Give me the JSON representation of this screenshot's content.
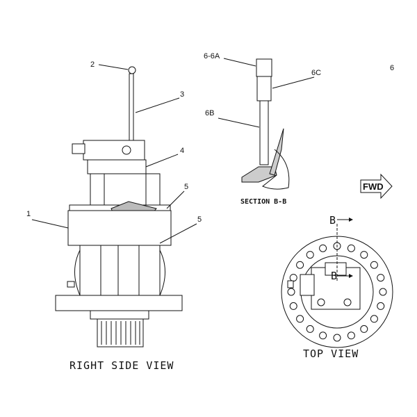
{
  "callouts": {
    "c1": "1",
    "c2": "2",
    "c3": "3",
    "c4": "4",
    "c5a": "5",
    "c5b": "5",
    "c6_6a": "6-6A",
    "c6c": "6C",
    "c6b": "6B",
    "c6": "6"
  },
  "captions": {
    "right_side_view": "RIGHT SIDE VIEW",
    "section": "SECTION B-B",
    "top_view": "TOP VIEW"
  },
  "direction": {
    "label": "FWD"
  },
  "section_marks": {
    "upper": "B",
    "lower": "B"
  }
}
